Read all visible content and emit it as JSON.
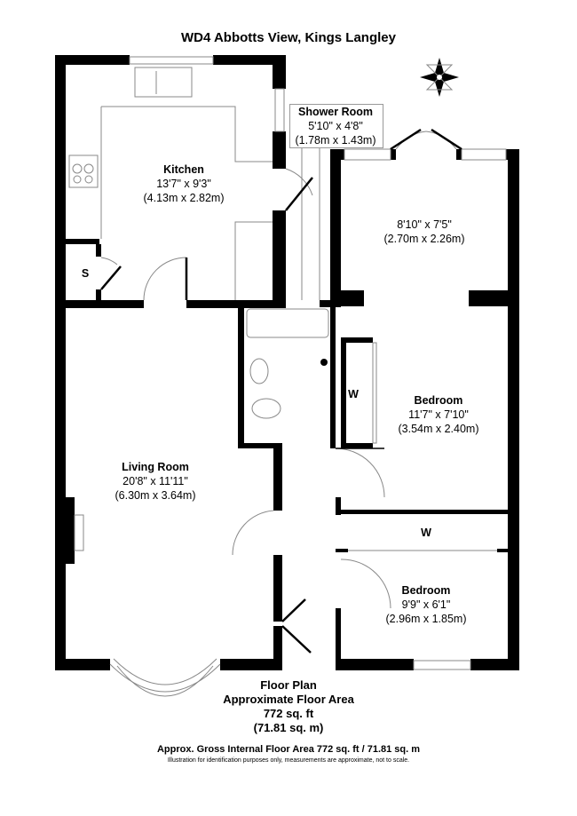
{
  "title": "WD4 Abbotts View, Kings Langley",
  "rooms": {
    "kitchen": {
      "name": "Kitchen",
      "imperial": "13'7\" x 9'3\"",
      "metric": "(4.13m x 2.82m)"
    },
    "shower": {
      "name": "Shower Room",
      "imperial": "5'10\" x 4'8\"",
      "metric": "(1.78m x 1.43m)"
    },
    "room_top": {
      "imperial": "8'10\" x 7'5\"",
      "metric": "(2.70m x 2.26m)"
    },
    "bedroom1": {
      "name": "Bedroom",
      "imperial": "11'7\" x 7'10\"",
      "metric": "(3.54m x 2.40m)"
    },
    "living": {
      "name": "Living Room",
      "imperial": "20'8\" x 11'11\"",
      "metric": "(6.30m x 3.64m)"
    },
    "bedroom2": {
      "name": "Bedroom",
      "imperial": "9'9\" x 6'1\"",
      "metric": "(2.96m x 1.85m)"
    },
    "store": "S",
    "wardrobe1": "W",
    "wardrobe2": "W"
  },
  "footer": {
    "line1": "Floor Plan",
    "line2": "Approximate Floor Area",
    "line3": "772 sq. ft",
    "line4": "(71.81 sq. m)",
    "gross": "Approx. Gross Internal Floor Area 772 sq. ft / 71.81 sq. m",
    "disclaimer": "Illustration for identification purposes only, measurements are approximate, not to scale."
  },
  "compass_icon": "compass-rose-icon"
}
